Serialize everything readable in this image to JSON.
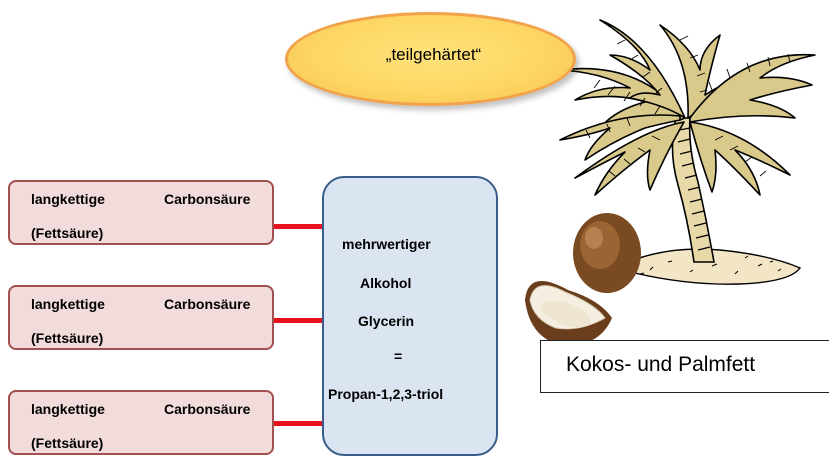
{
  "ellipse": {
    "text": "„teilgehärtet“"
  },
  "fatty_acids": [
    {
      "word1": "langkettige",
      "word2": "Carbonsäure",
      "word3": "(Fettsäure)"
    },
    {
      "word1": "langkettige",
      "word2": "Carbonsäure",
      "word3": "(Fettsäure)"
    },
    {
      "word1": "langkettige",
      "word2": "Carbonsäure",
      "word3": "(Fettsäure)"
    }
  ],
  "alcohol": {
    "line1": "mehrwertiger",
    "line2": "Alkohol",
    "line3": "Glycerin",
    "line4": "=",
    "line5": "Propan-1,2,3-triol"
  },
  "caption": {
    "text": "Kokos- und Palmfett"
  },
  "colors": {
    "ellipse_fill": "#fdd764",
    "ellipse_border": "#f2a24a",
    "fatty_acid_fill": "#f2dbdb",
    "fatty_acid_border": "#a0504f",
    "alcohol_fill": "#dbe5f1",
    "alcohol_border": "#385d8a",
    "connector": "#e8121e"
  },
  "images": {
    "palm": "palm-tree-illustration",
    "coconuts": "coconut-illustration"
  }
}
